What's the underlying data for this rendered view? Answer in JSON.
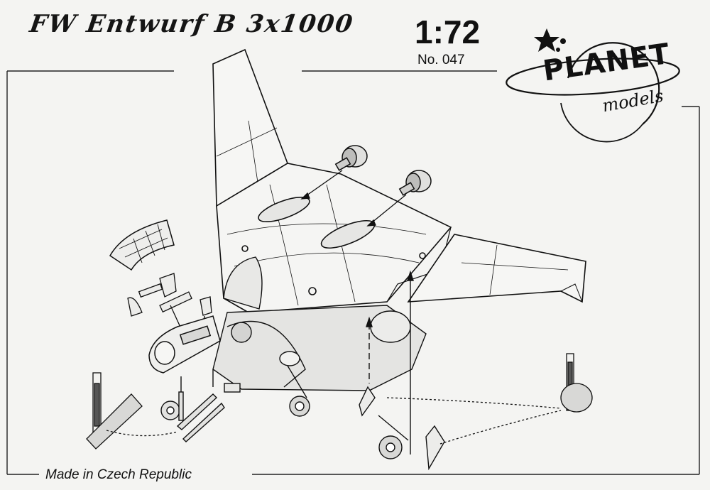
{
  "header": {
    "title": "FW Entwurf B  3x1000",
    "scale": "1:72",
    "kit_number": "No. 047"
  },
  "logo": {
    "brand": "PLANET",
    "sub": "models",
    "icon": "stars-icon"
  },
  "footer": {
    "origin": "Made in Czech Republic"
  }
}
